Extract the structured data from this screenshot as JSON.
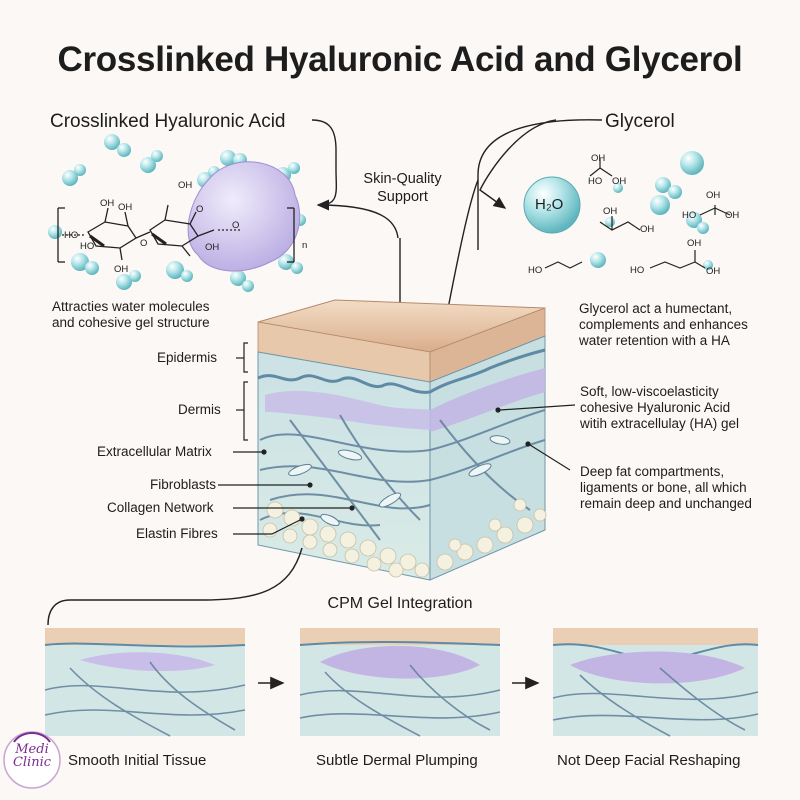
{
  "title": "Crosslinked Hyaluronic Acid and Glycerol",
  "ha_section": {
    "heading": "Crosslinked Hyaluronic Acid",
    "description": "Attracties water molecules\nand cohesive gel structure",
    "chem": {
      "oh": "OH",
      "ho": "HO",
      "o": "O",
      "n": "n"
    }
  },
  "center_label": "Skin-Quality\nSupport",
  "glycerol_section": {
    "heading": "Glycerol",
    "water": "H₂O",
    "description": "Glycerol act a humectant,\ncomplements and enhances\nwater retention with a HA",
    "chem": {
      "oh": "OH",
      "ho": "HO"
    }
  },
  "skin_labels": {
    "epidermis": "Epidermis",
    "dermis": "Dermis",
    "ecm": "Extracellular Matrix",
    "fibroblasts": "Fibroblasts",
    "collagen": "Collagen Network",
    "elastin": "Elastin Fibres"
  },
  "right_annotations": {
    "gel": "Soft, low-viscoelasticity\ncohesive Hyaluronic Acid\nwitih extracellulay (HA) gel",
    "deep": "Deep fat compartments,\nligaments or bone, all which\nremain deep and unchanged"
  },
  "integration": {
    "heading": "CPM Gel Integration",
    "panels": [
      {
        "caption": "Smooth Initial Tissue"
      },
      {
        "caption": "Subtle Dermal Plumping"
      },
      {
        "caption": "Not Deep Facial Reshaping"
      }
    ]
  },
  "logo": {
    "line1": "Medi",
    "line2": "Clinic"
  },
  "colors": {
    "epidermis": "#e9c7aa",
    "dermis": "#cfe3e6",
    "gel": "#c9bde9",
    "fibers": "#5e7f9a",
    "water": "#8fd3d9",
    "fat": "#f2eedd",
    "logo": "#7b2d8f"
  }
}
